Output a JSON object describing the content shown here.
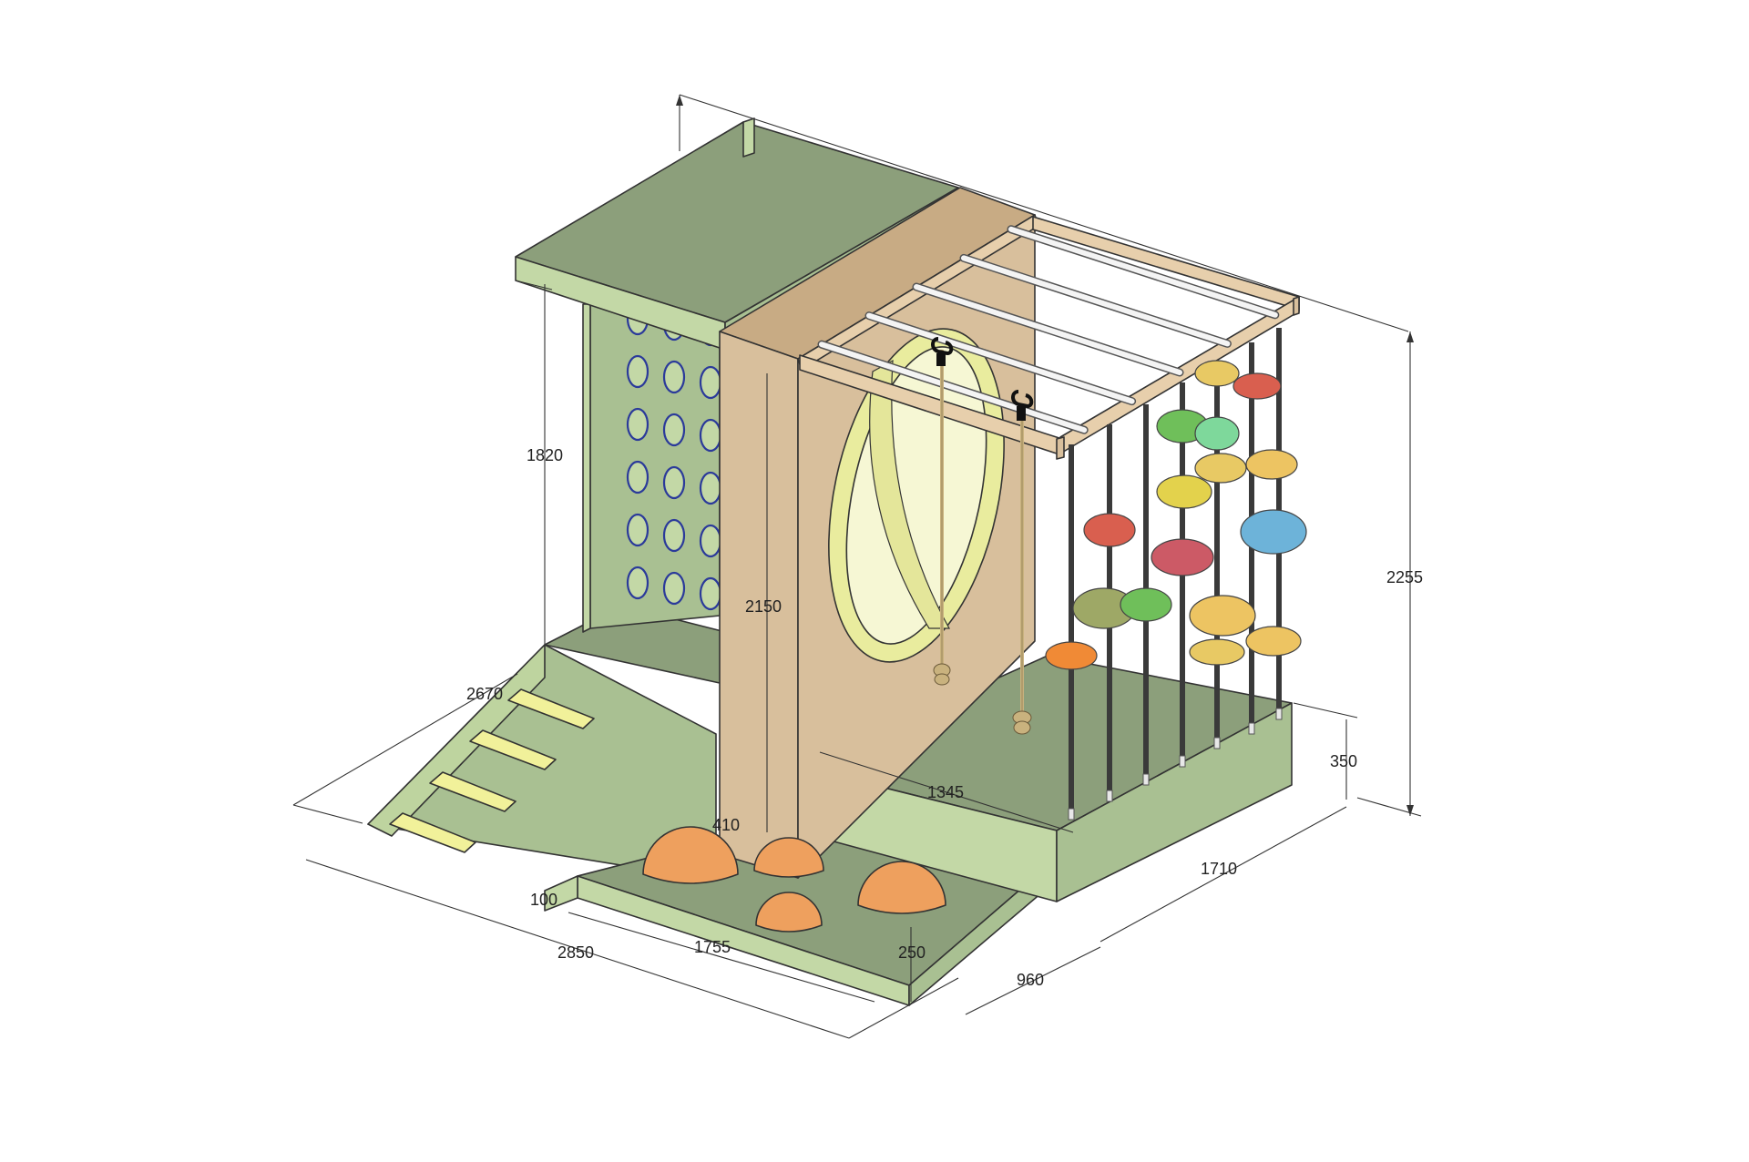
{
  "colors": {
    "platform_top": "#8c9f7b",
    "platform_light": "#a9c092",
    "platform_side": "#c3d8a6",
    "wood": "#d8bf9c",
    "wood_dark": "#c8ab84",
    "tunnel": "#e9ec9e",
    "step": "#f1f19a",
    "mound": "#eea05e",
    "pole": "#3a3a3a"
  },
  "dimensions": {
    "roof_height": "1820",
    "wall_height": "2150",
    "total_height": "2255",
    "side_depth": "2670",
    "total_width": "2850",
    "front_width": "1755",
    "front_step_height": "100",
    "mound_offset": "410",
    "inner_depth": "1345",
    "platform_height": "350",
    "front_base_height": "250",
    "right_depth": "1710",
    "right_front": "960"
  },
  "components": {
    "hole_grid": {
      "rows": 6,
      "cols": 3
    },
    "holds_colors": [
      "#d95f4f",
      "#e8c964",
      "#6fbf5a",
      "#7ed89b",
      "#e3d24c",
      "#6db3d9",
      "#cc5a66",
      "#9ea866",
      "#edc462",
      "#f08a36"
    ]
  }
}
